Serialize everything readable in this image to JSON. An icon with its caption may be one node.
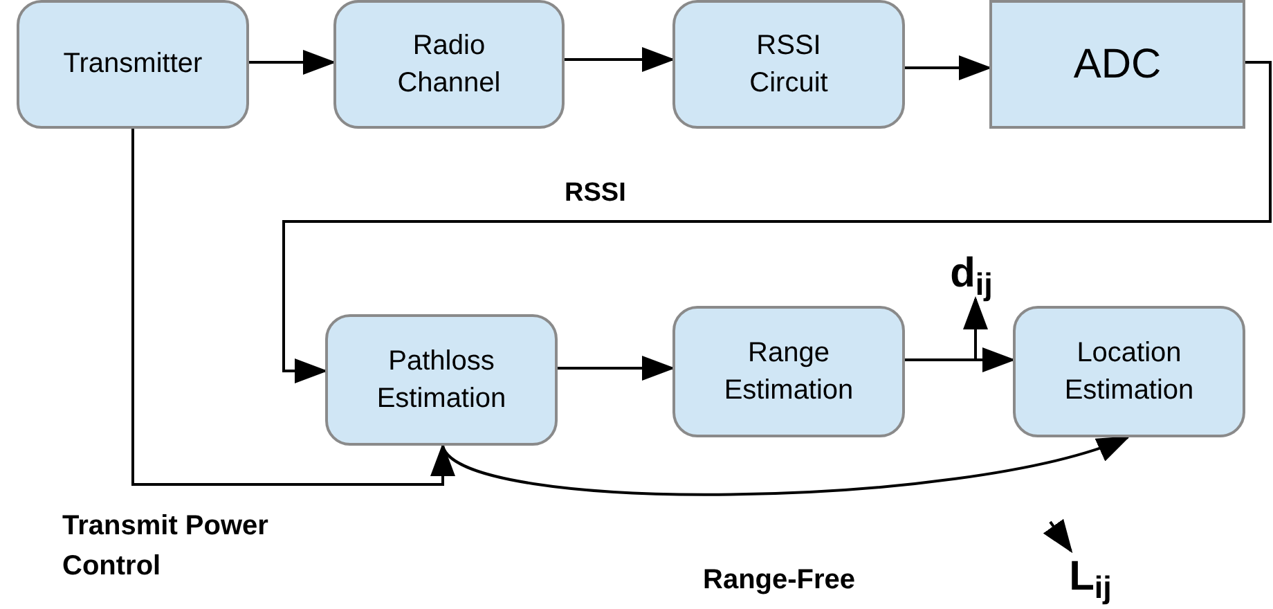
{
  "diagram": {
    "nodes": [
      {
        "text": [
          "Transmitter"
        ]
      },
      {
        "text": [
          "Radio Channel"
        ]
      },
      {
        "text": [
          "RSSI Circuit"
        ]
      },
      {
        "text": [
          "ADC"
        ]
      },
      {
        "text": [
          "Pathloss Estimation"
        ]
      },
      {
        "text": [
          "Range Estimation"
        ]
      },
      {
        "text": [
          "Location Estimation"
        ]
      },
      {
        "text": [
          "d$_{ij}$"
        ]
      },
      {
        "text": [
          "L$_{ij}$"
        ]
      }
    ],
    "edges": [
      {
        "from": 0,
        "to": 1,
        "arrow": "to"
      },
      {
        "from": 1,
        "to": 2,
        "arrow": "to"
      },
      {
        "from": 2,
        "to": 3,
        "arrow": "to"
      },
      {
        "from": 3,
        "to": 4,
        "arrow": "to",
        "label": "RSSI"
      },
      {
        "from": 4,
        "to": 5,
        "arrow": "to"
      },
      {
        "from": 5,
        "to": 6,
        "arrow": "to"
      },
      {
        "from": 5,
        "to": 7,
        "arrow": "to"
      },
      {
        "from": 0,
        "to": 4,
        "arrow": "to"
      },
      {
        "from": 4,
        "to": 6,
        "arrow": "to"
      },
      {
        "from": null,
        "to": 8,
        "arrow": "to"
      }
    ],
    "labels": [
      "Transmit Power Control",
      "Range-Free"
    ]
  }
}
